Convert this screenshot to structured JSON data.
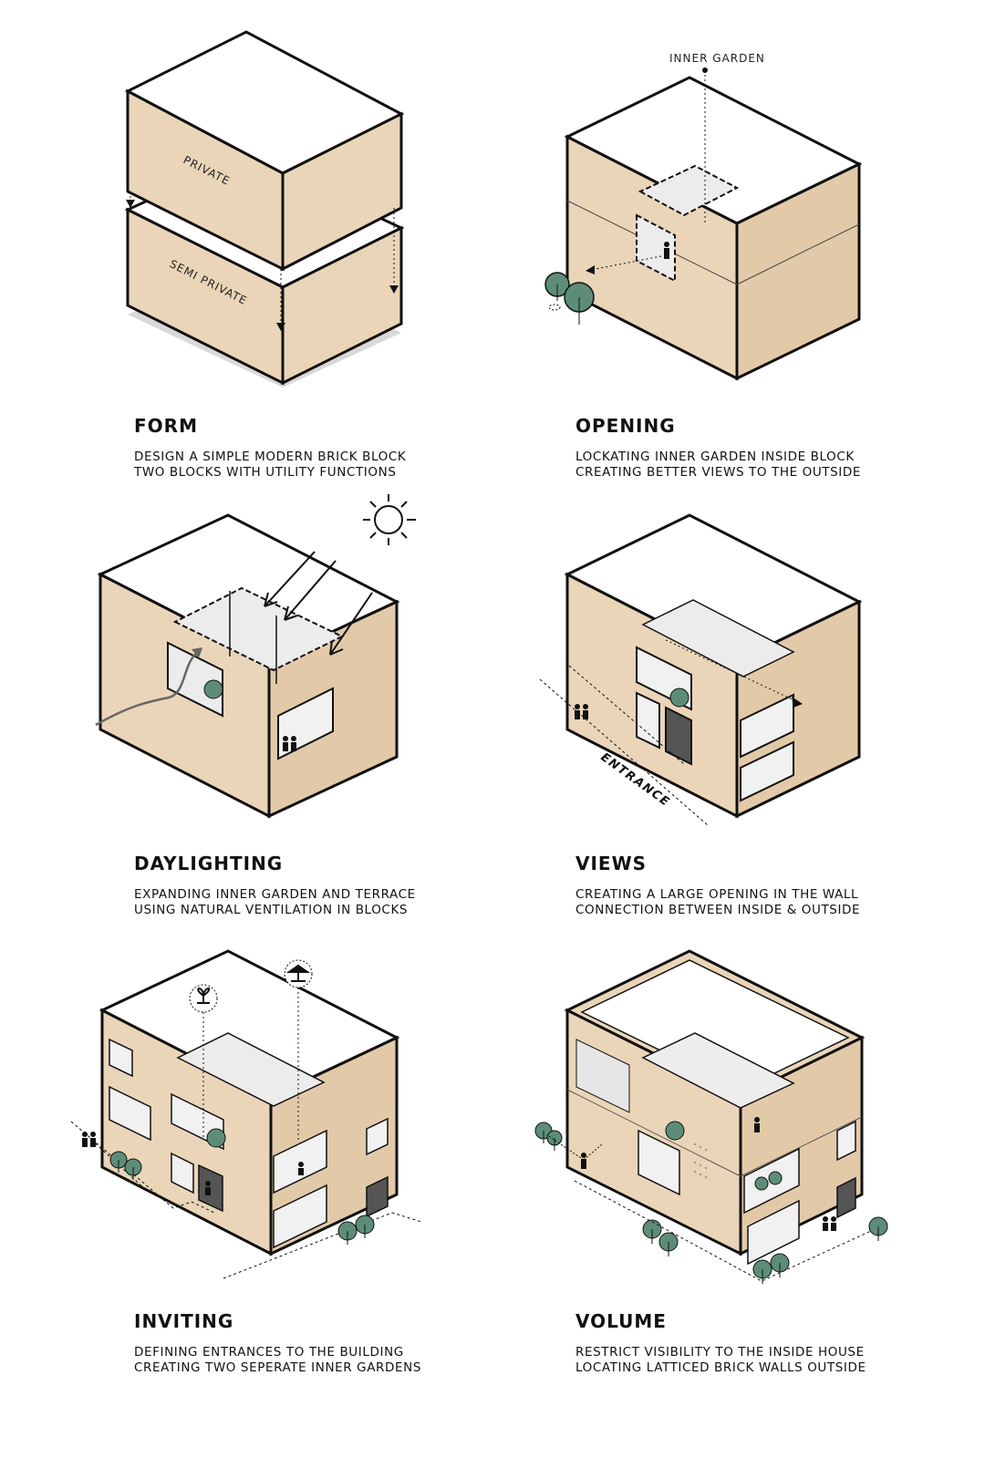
{
  "panels": [
    {
      "title": "FORM",
      "line1": "DESIGN A SIMPLE MODERN BRICK BLOCK",
      "line2": "TWO  BLOCKS WITH  UTILITY FUNCTIONS"
    },
    {
      "title": "OPENING",
      "line1": "LOCKATING INNER GARDEN INSIDE BLOCK",
      "line2": "CREATING BETTER VIEWS TO THE OUTSIDE"
    },
    {
      "title": "DAYLIGHTING",
      "line1": "EXPANDING INNER GARDEN AND TERRACE",
      "line2": "USING NATURAL VENTILATION IN BLOCKS"
    },
    {
      "title": "VIEWS",
      "line1": "CREATING A LARGE OPENING IN THE WALL",
      "line2": "CONNECTION BETWEEN INSIDE & OUTSIDE"
    },
    {
      "title": "INVITING",
      "line1": "DEFINING ENTRANCES TO THE BUILDING",
      "line2": "CREATING TWO SEPERATE INNER GARDENS"
    },
    {
      "title": "VOLUME",
      "line1": "RESTRICT VISIBILITY  TO THE INSIDE HOUSE",
      "line2": "LOCATING LATTICED BRICK WALLS OUTSIDE"
    }
  ],
  "labels": {
    "private": "PRIVATE",
    "semi_private": "SEMI PRIVATE",
    "inner_garden": "INNER  GARDEN",
    "entrance": "ENTRANCE"
  },
  "colors": {
    "wall": "#ead5b9",
    "wall_dark": "#e2caa9",
    "roof": "#ffffff",
    "outline": "#111111",
    "tree": "#5d8d78",
    "shadow": "#d8d8d8",
    "void": "#ededed"
  }
}
